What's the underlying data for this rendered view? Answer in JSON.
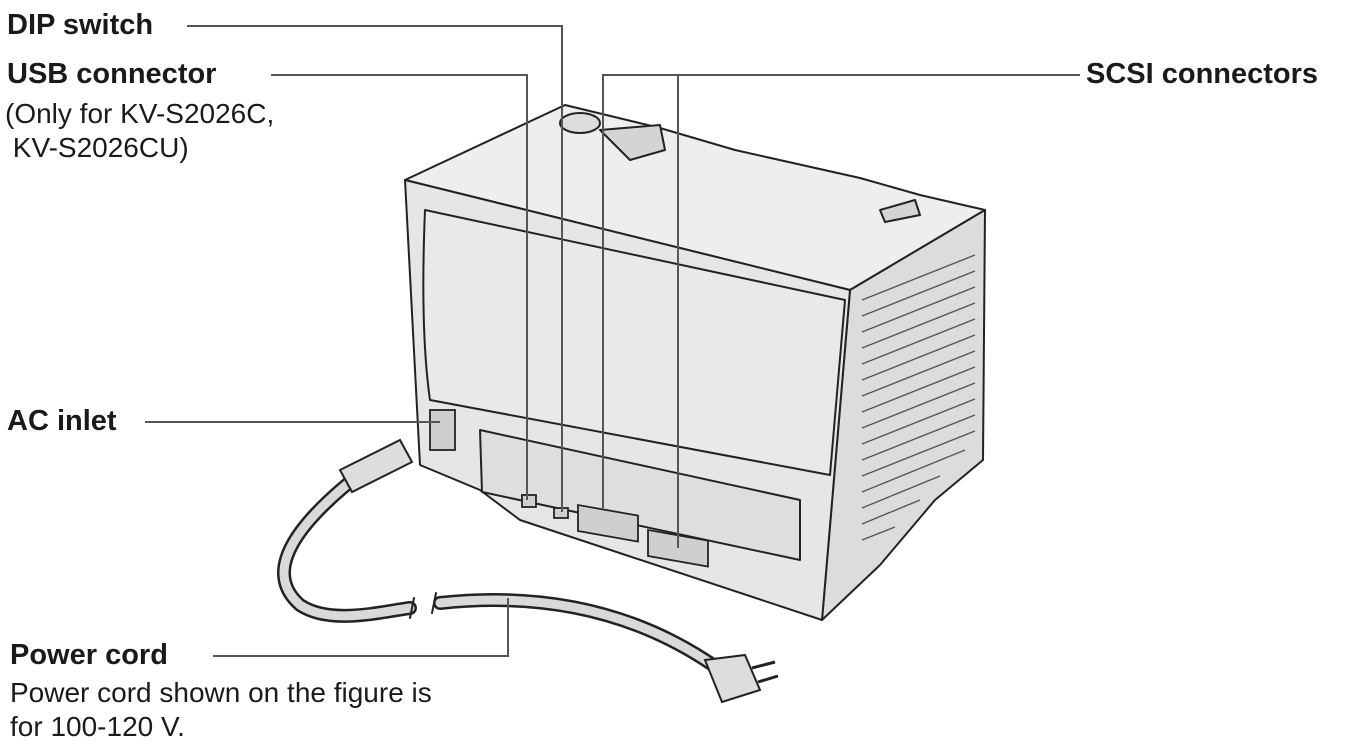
{
  "labels": {
    "dip_switch": "DIP switch",
    "usb_connector": "USB connector",
    "usb_note_line1": "(Only for KV-S2026C,",
    "usb_note_line2": " KV-S2026CU)",
    "scsi_connectors": "SCSI connectors",
    "ac_inlet": "AC inlet",
    "power_cord": "Power cord",
    "power_cord_note_line1": "Power cord shown on the figure is",
    "power_cord_note_line2": "for 100-120 V."
  },
  "colors": {
    "text": "#1a1a1a",
    "line": "#555555",
    "body_fill": "#e6e6e6",
    "body_shade": "#cfcfcf",
    "outline": "#222222"
  }
}
